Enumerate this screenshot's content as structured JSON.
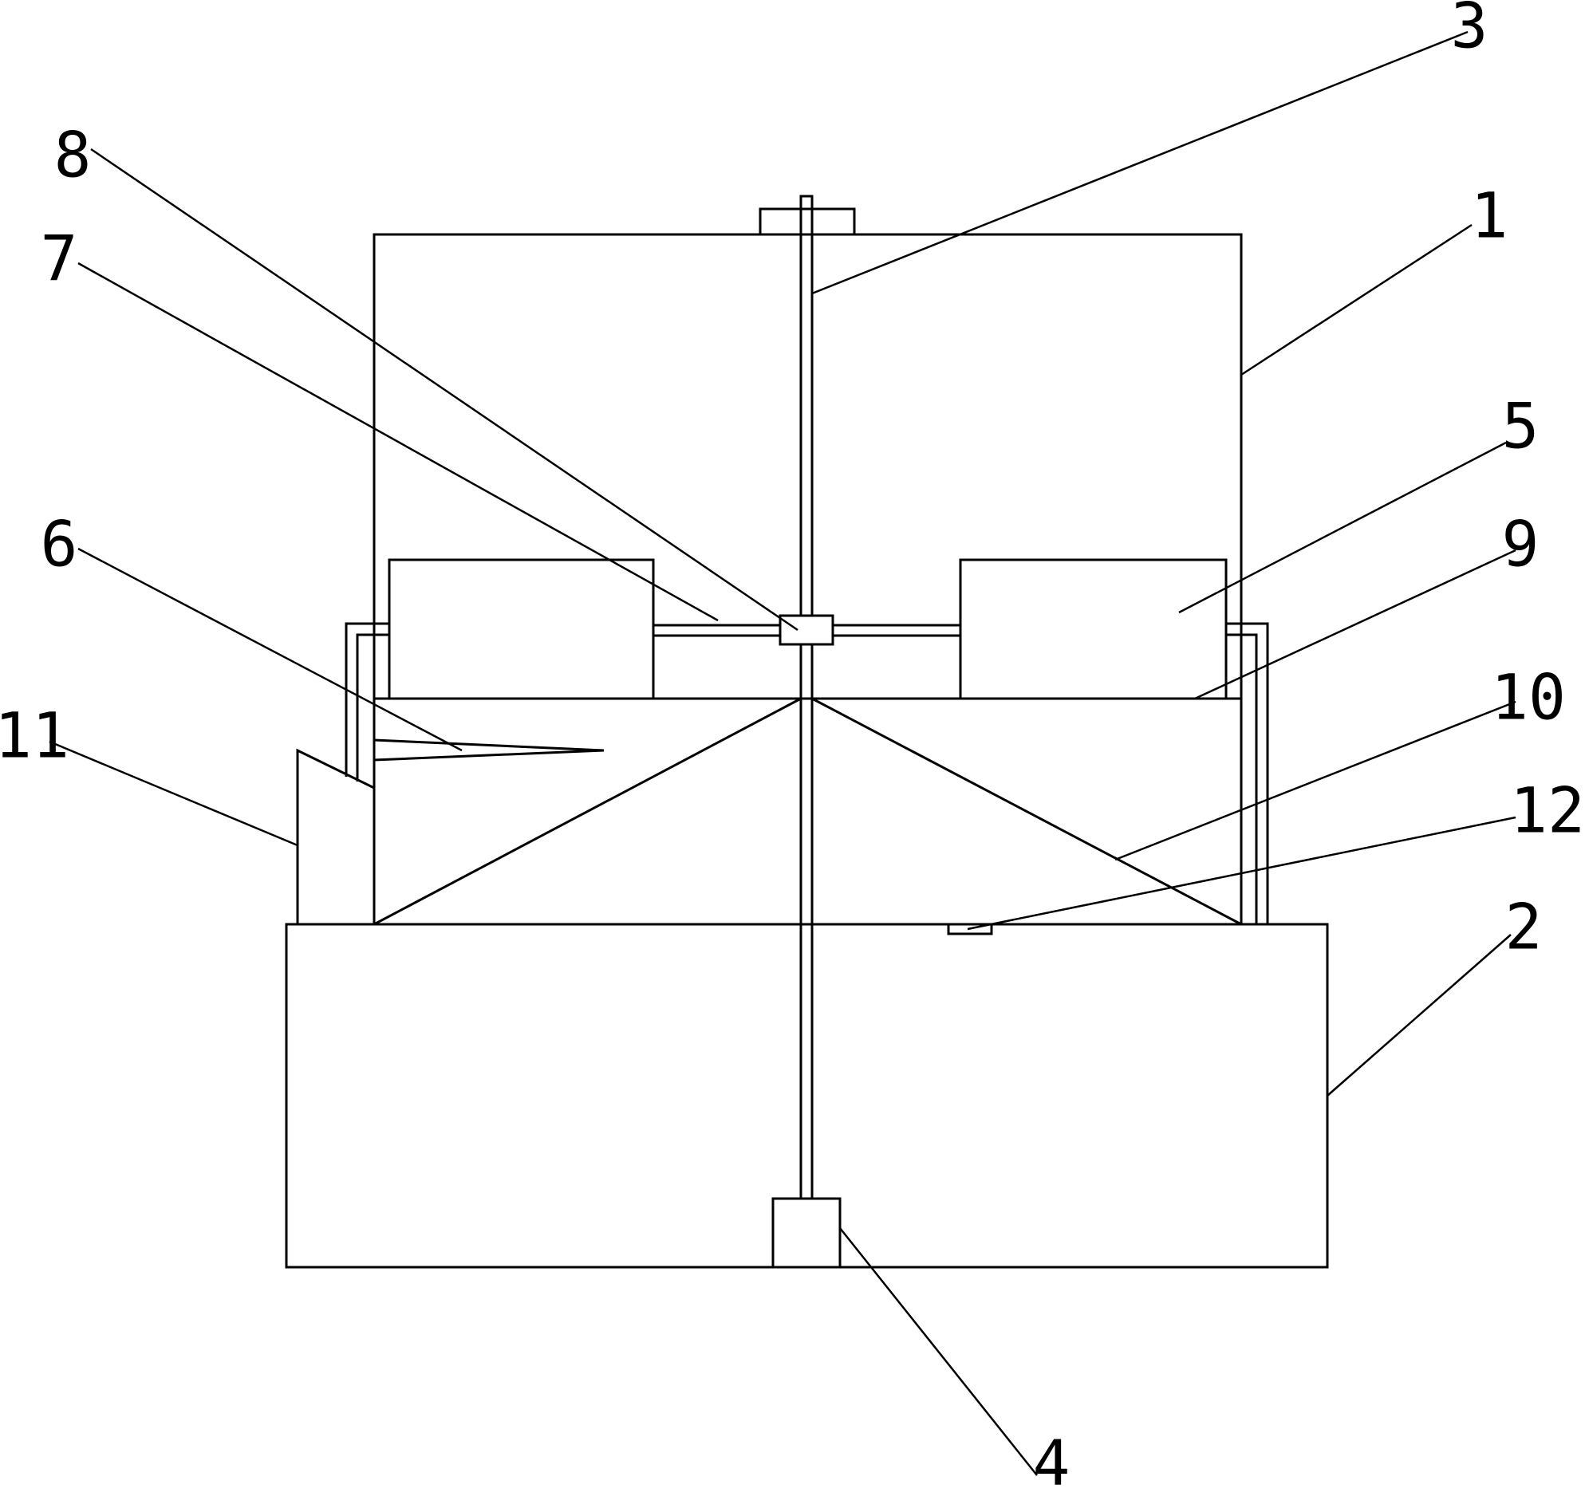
{
  "diagram": {
    "reference_numbers": [
      "1",
      "2",
      "3",
      "4",
      "5",
      "6",
      "7",
      "8",
      "9",
      "10",
      "11",
      "12"
    ]
  }
}
